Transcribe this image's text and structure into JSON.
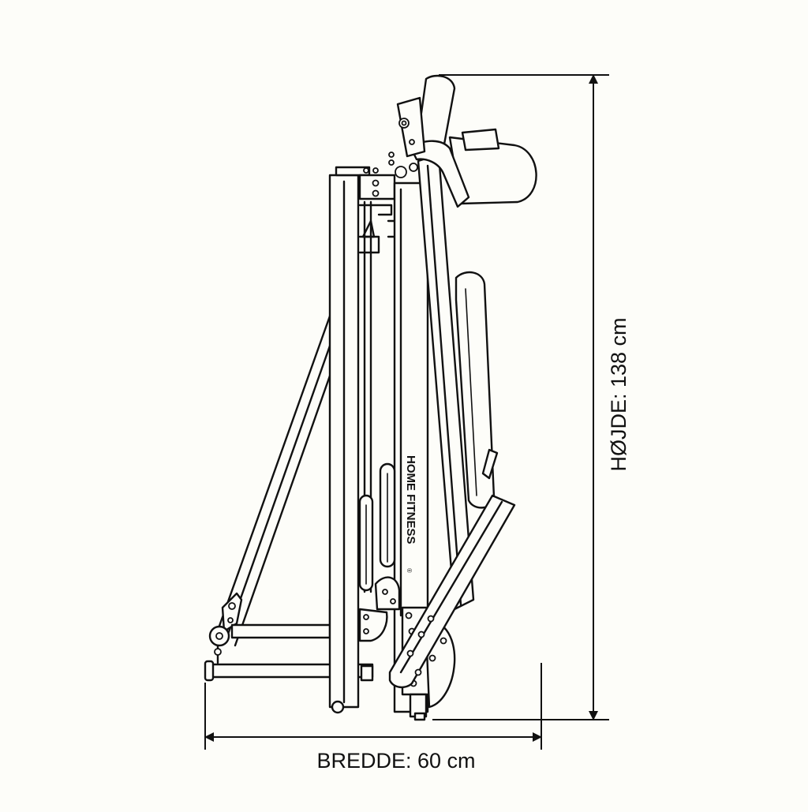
{
  "dimensions": {
    "height_label": "HØJDE: 138 cm",
    "width_label": "BREDDE: 60 cm"
  },
  "machine": {
    "brand_label": "HOME FITNESS",
    "brand_mark": "®"
  },
  "colors": {
    "line": "#111111",
    "background": "#fdfdf9"
  }
}
